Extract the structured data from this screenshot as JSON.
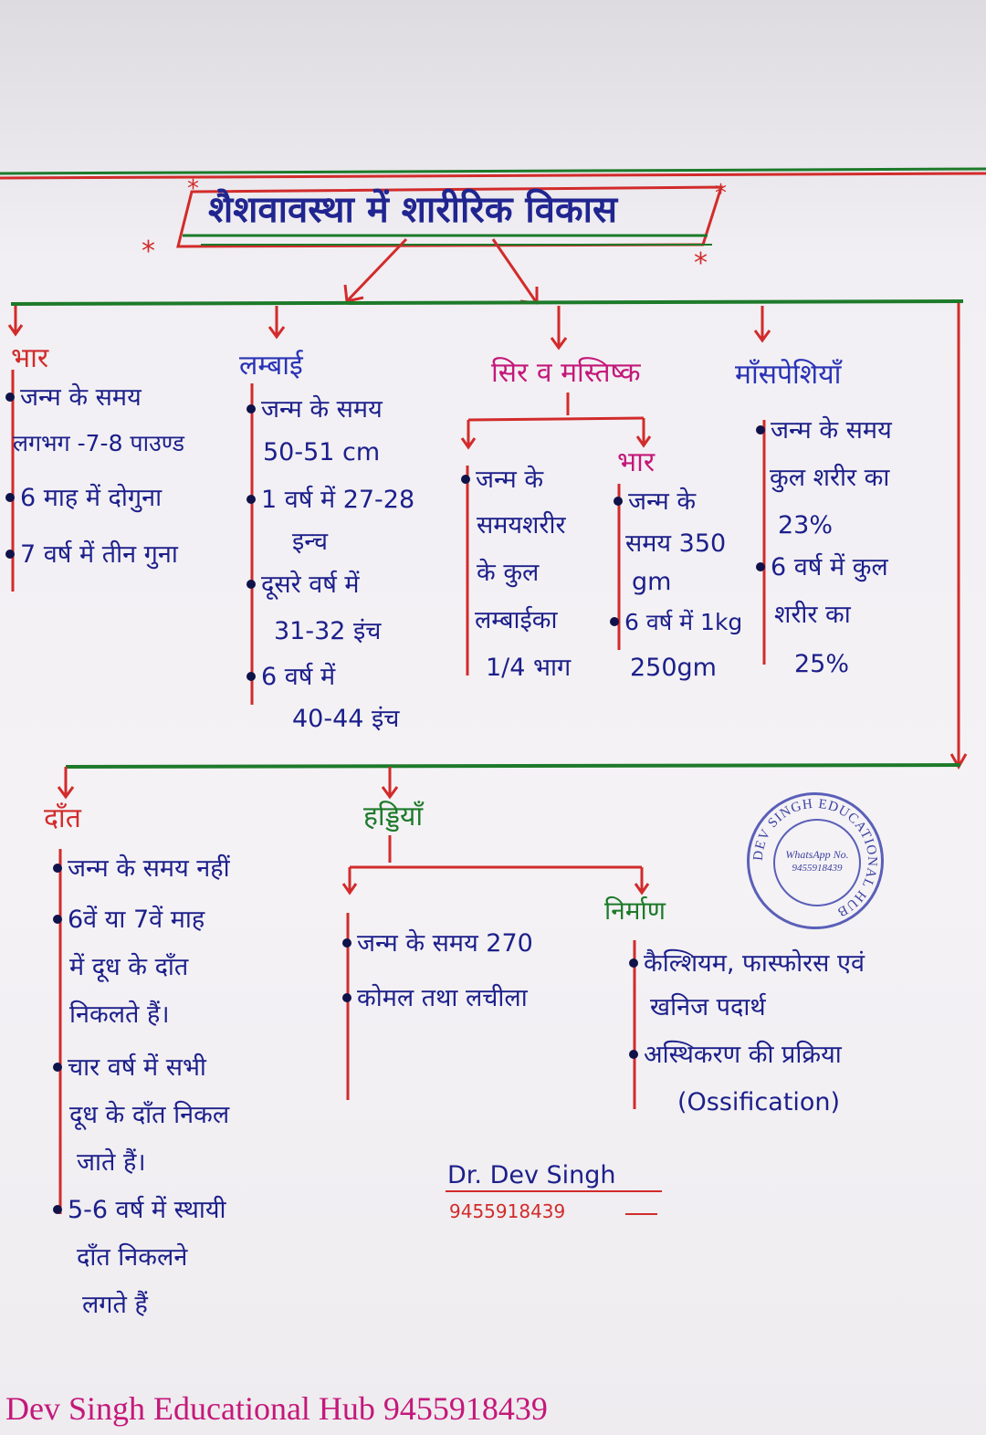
{
  "title": "शैशवावस्था में शारीरिक विकास",
  "branches": {
    "weight": {
      "header": "भार",
      "items": [
        "जन्म के समय",
        "लगभग -7-8 पाउण्ड",
        "6 माह में दोगुना",
        "7 वर्ष में तीन गुना"
      ]
    },
    "length": {
      "header": "लम्बाई",
      "items": [
        "जन्म के समय",
        "50-51 cm",
        "1 वर्ष में 27-28",
        "इन्च",
        "दूसरे वर्ष में",
        "31-32 इंच",
        "6 वर्ष में",
        "40-44 इंच"
      ]
    },
    "head": {
      "header": "सिर व मस्तिष्क",
      "left_items": [
        "जन्म के",
        "समयशरीर",
        "के कुल",
        "लम्बाईका",
        "1/4 भाग"
      ],
      "weight_header": "भार",
      "right_items": [
        "जन्म के",
        "समय 350",
        "gm",
        "6 वर्ष में 1kg",
        "250gm"
      ]
    },
    "muscles": {
      "header": "माँसपेशियाँ",
      "items": [
        "जन्म के समय",
        "कुल शरीर का",
        "23%",
        "6 वर्ष में कुल",
        "शरीर का",
        "25%"
      ]
    },
    "teeth": {
      "header": "दाँत",
      "items": [
        "जन्म के समय नहीं",
        "6वें या 7वें माह",
        "में दूध के दाँत",
        "निकलते हैं।",
        "चार वर्ष में सभी",
        "दूध के दाँत निकल",
        "जाते हैं।",
        "5-6 वर्ष में स्थायी",
        "दाँत निकलने",
        "लगते हैं"
      ]
    },
    "bones": {
      "header": "हड्डियाँ",
      "left_items": [
        "जन्म के समय 270",
        "कोमल तथा लचीला"
      ],
      "formation_header": "निर्माण",
      "right_items": [
        "कैल्शियम, फास्फोरस एवं",
        "खनिज पदार्थ",
        "अस्थिकरण की प्रक्रिया",
        "(Ossification)"
      ]
    }
  },
  "signature": {
    "name": "Dr. Dev Singh",
    "phone": "9455918439"
  },
  "stamp": {
    "ring": "DEV SINGH EDUCATIONAL HUB",
    "line1": "WhatsApp No.",
    "line2": "9455918439"
  },
  "footer": "Dev Singh Educational Hub 9455918439",
  "colors": {
    "red": "#d22b2b",
    "green": "#1d7a2a",
    "blue": "#1c1f8a",
    "magenta": "#c4187a"
  }
}
